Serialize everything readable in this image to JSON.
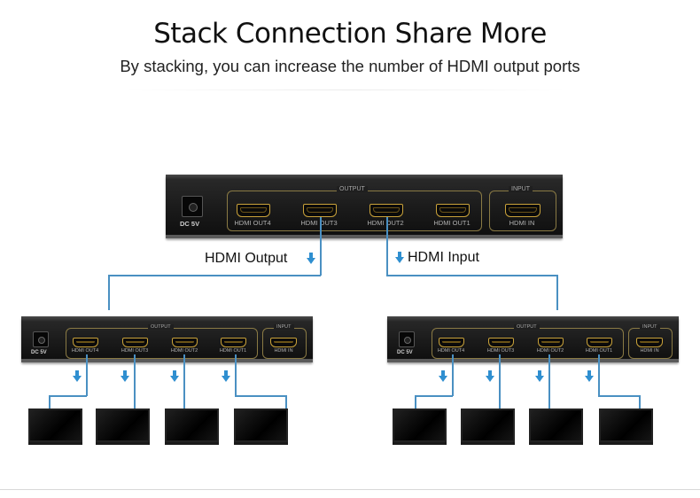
{
  "header": {
    "title": "Stack Connection  Share More",
    "subtitle": "By stacking, you can increase the number of HDMI output ports"
  },
  "device": {
    "power_label": "DC 5V",
    "output_group_label": "OUTPUT",
    "input_group_label": "INPUT",
    "ports": [
      "HDMI OUT4",
      "HDMI OUT3",
      "HDMI OUT2",
      "HDMI OUT1"
    ],
    "input_port": "HDMI IN"
  },
  "flow": {
    "output_label": "HDMI Output",
    "input_label": "HDMI Input"
  },
  "colors": {
    "connector": "#4a90c2",
    "arrow": "#2f8fd0",
    "port_gold": "#c9a23a"
  }
}
